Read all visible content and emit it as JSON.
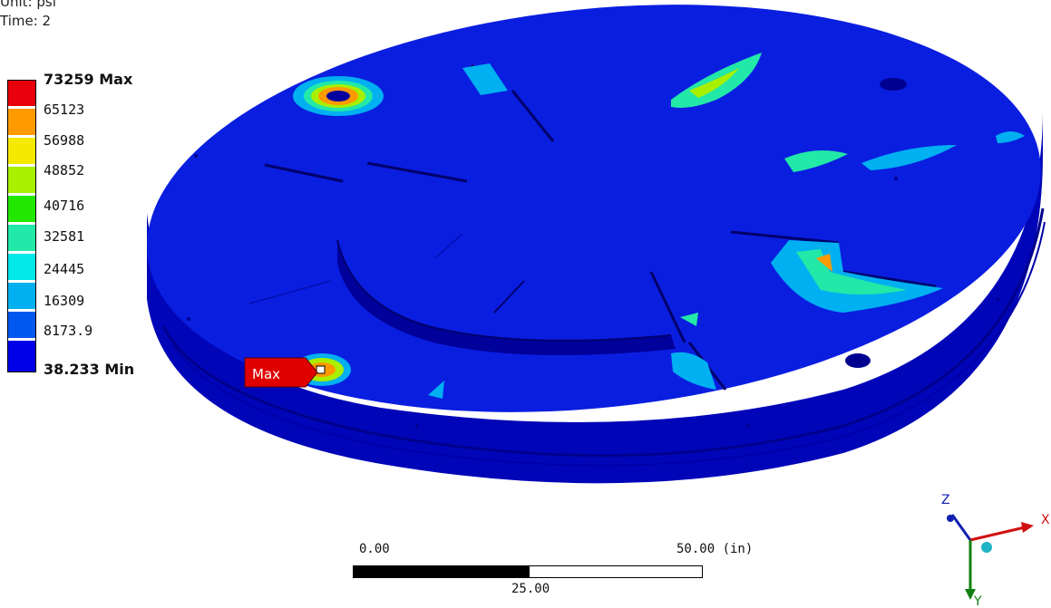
{
  "header": {
    "unit_line": "Unit: psi",
    "time_line": "Time: 2"
  },
  "legend": {
    "labels": [
      "73259 Max",
      "65123",
      "56988",
      "48852",
      "40716",
      "32581",
      "24445",
      "16309",
      "8173.9",
      "38.233 Min"
    ],
    "colors": [
      "#e8000a",
      "#ff9a00",
      "#f5e900",
      "#a8ef00",
      "#22e800",
      "#22e8a8",
      "#00e8e8",
      "#00b0f0",
      "#0058f0",
      "#0000e6"
    ]
  },
  "probe": {
    "label": "Max"
  },
  "scale_bar": {
    "left_label": "0.00",
    "right_label": "50.00 (in)",
    "mid_label": "25.00"
  },
  "triad": {
    "x_label": "X",
    "y_label": "Y",
    "z_label": "Z",
    "x_color": "#d01010",
    "y_color": "#108010",
    "z_color": "#1020b0"
  },
  "model": {
    "base_color": "#0a1ee0",
    "dark_color": "#0000a0"
  }
}
